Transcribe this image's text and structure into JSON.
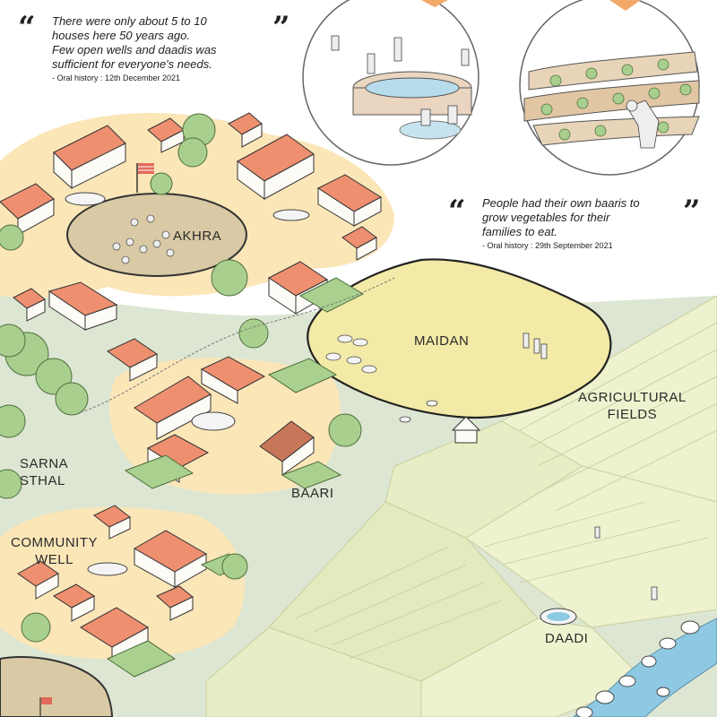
{
  "quotes": [
    {
      "open_mark": "“",
      "close_mark": "”",
      "lines": [
        "There were only about 5 to 10",
        "houses here 50 years ago.",
        "Few open wells and daadis was",
        "sufficient for everyone's needs."
      ],
      "source": "- Oral history : 12th December 2021"
    },
    {
      "open_mark": "“",
      "close_mark": "”",
      "lines": [
        "People had their own baaris to",
        "grow vegetables for their",
        "families to eat."
      ],
      "source": "- Oral history : 29th September 2021"
    }
  ],
  "places": {
    "akhra": "AKHRA",
    "maidan": "MAIDAN",
    "agricultural_fields": [
      "AGRICULTURAL",
      "FIELDS"
    ],
    "sarna_sthal": [
      "SARNA",
      "STHAL"
    ],
    "baari": "BAARI",
    "community_well": [
      "COMMUNITY",
      "WELL"
    ],
    "daadi": "DAADI"
  },
  "colors": {
    "settlement": "#fbe6b8",
    "open_ground": "#dde6d2",
    "fields": "#eef2cf",
    "field_lines": "#c9cfa0",
    "maidan": "#f2eaa6",
    "akhra": "#d9c9a4",
    "roof": "#ee9070",
    "wall": "#fdfbf5",
    "tree": "#a8cf8e",
    "river": "#8ec9e3"
  }
}
